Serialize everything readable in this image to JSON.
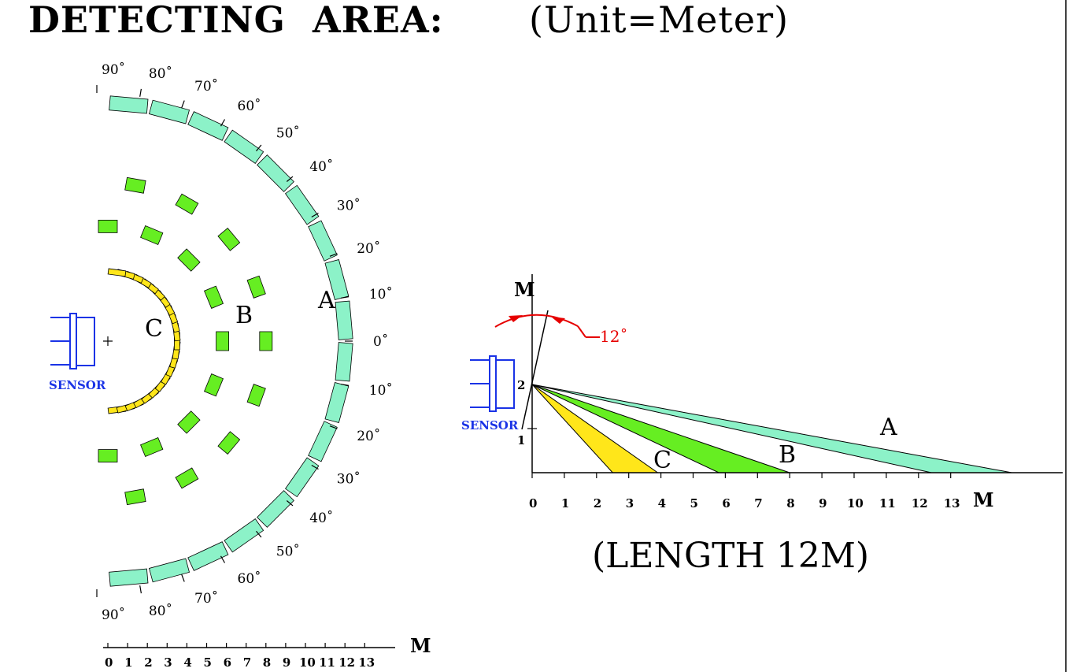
{
  "header": {
    "title": "DETECTING  AREA:",
    "unit": "(Unit=Meter)"
  },
  "colors": {
    "zone_a": "#8cf2c8",
    "zone_b": "#66ee22",
    "zone_c": "#ffe61a",
    "sensor": "#1a33e6",
    "angle_marker": "#e60000"
  },
  "top_view": {
    "sensor_label": "SENSOR",
    "zones": [
      {
        "id": "A",
        "label": "A",
        "color_key": "zone_a",
        "radius_m": 12,
        "segment_step_deg": 10
      },
      {
        "id": "B",
        "label": "B",
        "color_key": "zone_b",
        "radius_m": 8,
        "segment_step_deg": 20
      },
      {
        "id": "C",
        "label": "C",
        "color_key": "zone_c",
        "radius_m": 3.5,
        "segment_step_deg": 7.5
      }
    ],
    "angles_upper": [
      "90˚",
      "80˚",
      "70˚",
      "60˚",
      "50˚",
      "40˚",
      "30˚",
      "20˚",
      "10˚",
      "0˚"
    ],
    "angles_lower": [
      "10˚",
      "20˚",
      "30˚",
      "40˚",
      "50˚",
      "60˚",
      "70˚",
      "80˚",
      "90˚"
    ],
    "scale_ticks": [
      "0",
      "1",
      "2",
      "3",
      "4",
      "5",
      "6",
      "7",
      "8",
      "9",
      "10",
      "11",
      "12",
      "13"
    ],
    "scale_unit": "M"
  },
  "side_view": {
    "sensor_label": "SENSOR",
    "y_axis_label": "M",
    "y_ticks": [
      "1",
      "2"
    ],
    "x_ticks": [
      "0",
      "1",
      "2",
      "3",
      "4",
      "5",
      "6",
      "7",
      "8",
      "9",
      "10",
      "11",
      "12",
      "13"
    ],
    "x_unit": "M",
    "mount_height_m": 2,
    "tilt_label": "12˚",
    "beams": [
      {
        "id": "A",
        "label": "A",
        "color_key": "zone_a",
        "near_m": 12.4,
        "far_m": 14.9
      },
      {
        "id": "B",
        "label": "B",
        "color_key": "zone_b",
        "near_m": 5.8,
        "far_m": 8.0
      },
      {
        "id": "C",
        "label": "C",
        "color_key": "zone_c",
        "near_m": 2.5,
        "far_m": 3.9
      }
    ],
    "caption": "(LENGTH 12M)"
  }
}
